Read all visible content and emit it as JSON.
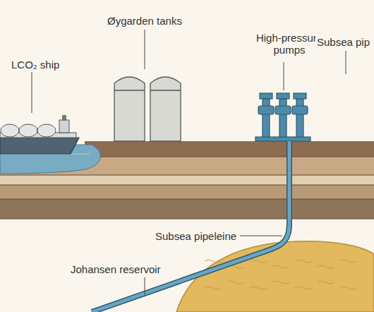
{
  "diagram": {
    "labels": [
      "LCO₂ ship",
      "Øygarden tanks",
      "High-pressure pumps",
      "Subsea pip",
      "Subsea pipeleine",
      "Johansen reservoir"
    ]
  }
}
